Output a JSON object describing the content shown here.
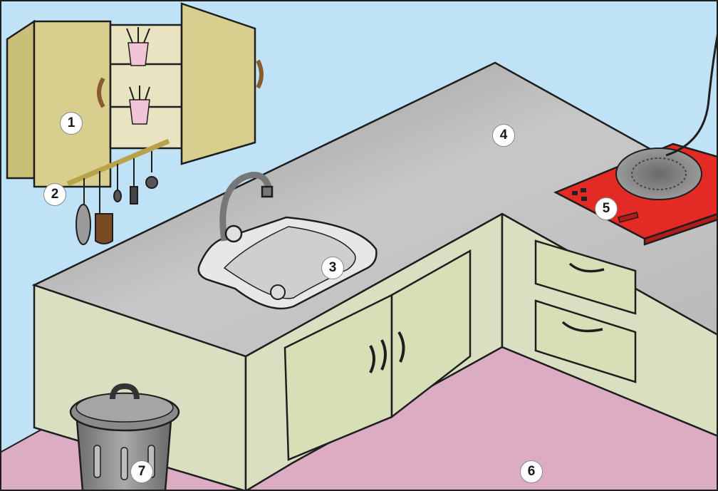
{
  "diagram": {
    "type": "labelled-illustration",
    "subject": "kitchen",
    "colors": {
      "wall": "#bfe2f6",
      "floor": "#dcadc2",
      "counter_top": "#bdbdbd",
      "counter_side": "#d9dfc0",
      "wall_cabinet": "#d8cf8f",
      "hot_plate": "#e42a24",
      "outline": "#1e1e1e"
    },
    "callouts": [
      {
        "id": 1,
        "label": "1",
        "icon": "wall-cabinet"
      },
      {
        "id": 2,
        "label": "2",
        "icon": "utensil-rack"
      },
      {
        "id": 3,
        "label": "3",
        "icon": "sink"
      },
      {
        "id": 4,
        "label": "4",
        "icon": "countertop"
      },
      {
        "id": 5,
        "label": "5",
        "icon": "hot-plate"
      },
      {
        "id": 6,
        "label": "6",
        "icon": "floor"
      },
      {
        "id": 7,
        "label": "7",
        "icon": "trash-bin"
      }
    ]
  }
}
